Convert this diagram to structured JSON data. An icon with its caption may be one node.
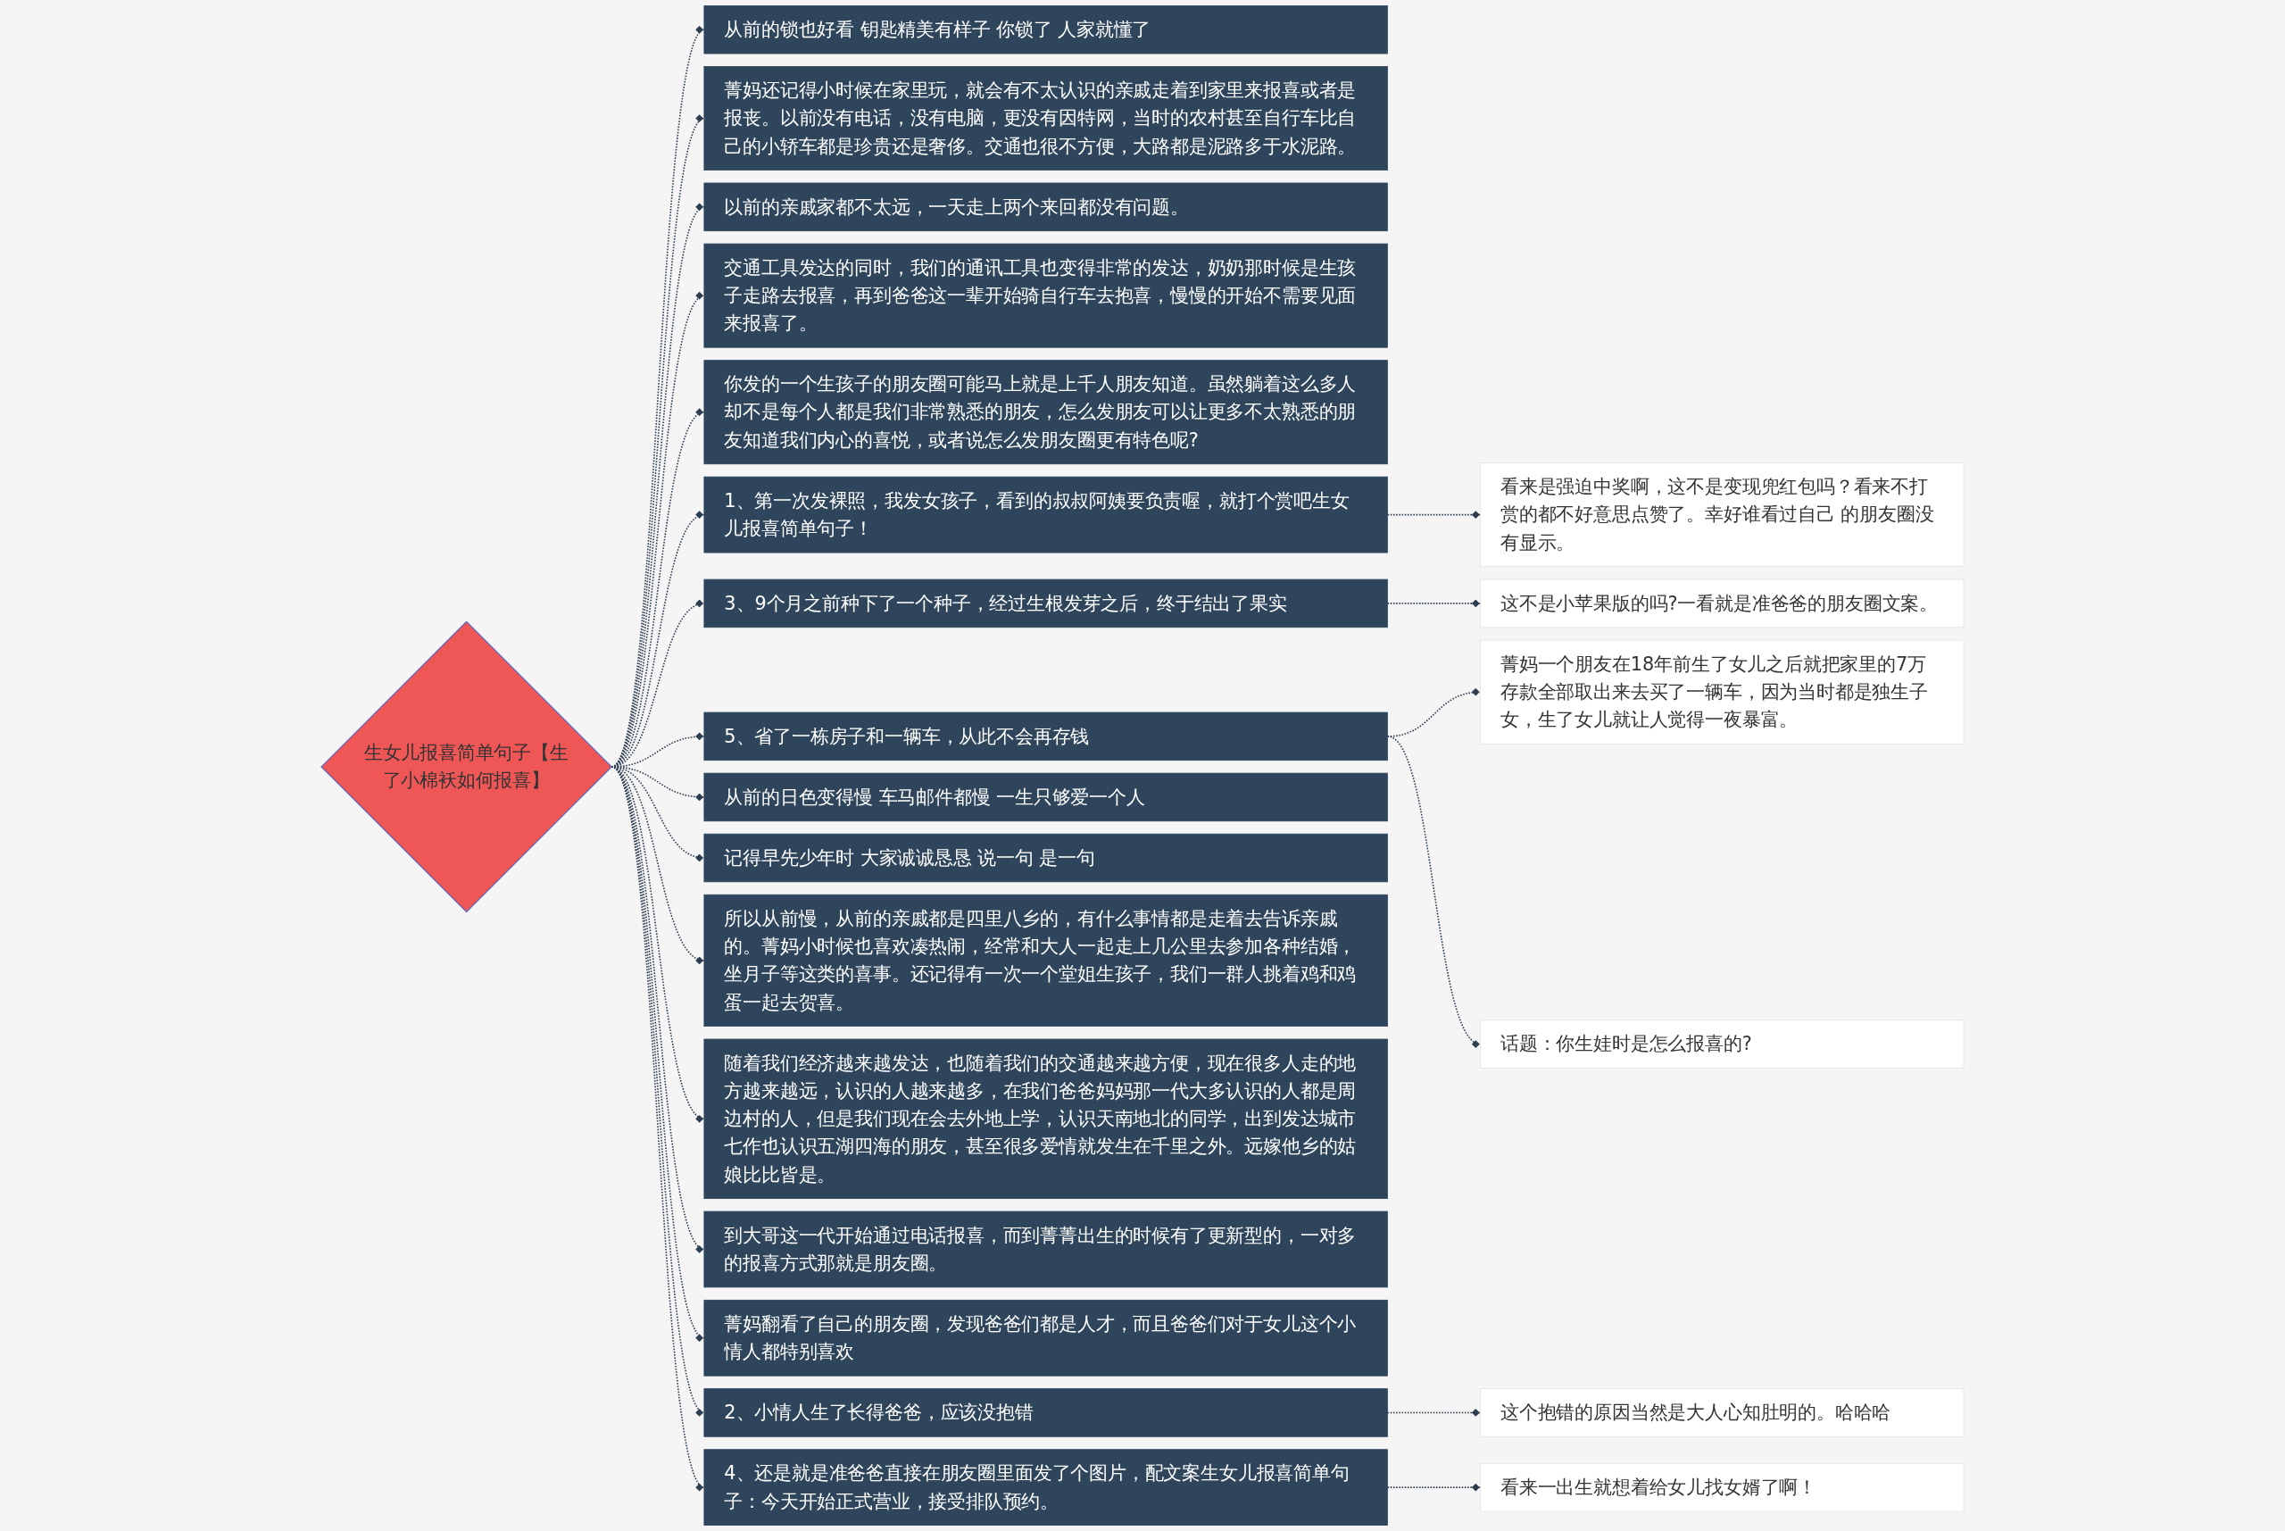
{
  "diagram": {
    "nodes": [
      {
        "text": [
          "生女儿报喜简单句子【生了小棉袄如何报喜】"
        ]
      },
      {
        "text": [
          "从前的锁也好看 钥匙精美有样子 你锁了 人家就懂了"
        ]
      },
      {
        "text": [
          "菁妈还记得小时候在家里玩，就会有不太认识的亲戚走着到家里来报喜或者是报丧。以前没有电话，没有电脑，更没有因特网，当时的农村甚至自行车比自己的小轿车都是珍贵还是奢侈。交通也很不方便，大路都是泥路多于水泥路。"
        ]
      },
      {
        "text": [
          "以前的亲戚家都不太远，一天走上两个来回都没有问题。"
        ]
      },
      {
        "text": [
          "交通工具发达的同时，我们的通讯工具也变得非常的发达，奶奶那时候是生孩子走路去报喜，再到爸爸这一辈开始骑自行车去抱喜，慢慢的开始不需要见面来报喜了。"
        ]
      },
      {
        "text": [
          "你发的一个生孩子的朋友圈可能马上就是上千人朋友知道。虽然躺着这么多人却不是每个人都是我们非常熟悉的朋友，怎么发朋友可以让更多不太熟悉的朋友知道我们内心的喜悦，或者说怎么发朋友圈更有特色呢?"
        ]
      },
      {
        "text": [
          "1、第一次发裸照，我发女孩子，看到的叔叔阿姨要负责喔，就打个赏吧生女儿报喜简单句子！"
        ]
      },
      {
        "text": [
          "看来是强迫中奖啊，这不是变现兜红包吗？看来不打赏的都不好意思点赞了。幸好谁看过自己 的朋友圈没有显示。"
        ]
      },
      {
        "text": [
          "3、9个月之前种下了一个种子，经过生根发芽之后，终于结出了果实"
        ]
      },
      {
        "text": [
          "这不是小苹果版的吗?一看就是准爸爸的朋友圈文案。"
        ]
      },
      {
        "text": [
          "5、省了一栋房子和一辆车，从此不会再存钱"
        ]
      },
      {
        "text": [
          "菁妈一个朋友在18年前生了女儿之后就把家里的7万存款全部取出来去买了一辆车，因为当时都是独生子女，生了女儿就让人觉得一夜暴富。"
        ]
      },
      {
        "text": [
          "话题：你生娃时是怎么报喜的?"
        ]
      },
      {
        "text": [
          "从前的日色变得慢 车马邮件都慢 一生只够爱一个人"
        ]
      },
      {
        "text": [
          "记得早先少年时 大家诚诚恳恳 说一句 是一句"
        ]
      },
      {
        "text": [
          "所以从前慢，从前的亲戚都是四里八乡的，有什么事情都是走着去告诉亲戚的。菁妈小时候也喜欢凑热闹，经常和大人一起走上几公里去参加各种结婚，坐月子等这类的喜事。还记得有一次一个堂姐生孩子，我们一群人挑着鸡和鸡蛋一起去贺喜。"
        ]
      },
      {
        "text": [
          "随着我们经济越来越发达，也随着我们的交通越来越方便，现在很多人走的地方越来越远，认识的人越来越多，在我们爸爸妈妈那一代大多认识的人都是周边村的人，但是我们现在会去外地上学，认识天南地北的同学，出到发达城市七作也认识五湖四海的朋友，甚至很多爱情就发生在千里之外。远嫁他乡的姑娘比比皆是。"
        ]
      },
      {
        "text": [
          "到大哥这一代开始通过电话报喜，而到菁菁出生的时候有了更新型的，一对多的报喜方式那就是朋友圈。"
        ]
      },
      {
        "text": [
          "菁妈翻看了自己的朋友圈，发现爸爸们都是人才，而且爸爸们对于女儿这个小情人都特别喜欢"
        ]
      },
      {
        "text": [
          "2、小情人生了长得爸爸，应该没抱错"
        ]
      },
      {
        "text": [
          "这个抱错的原因当然是大人心知肚明的。哈哈哈"
        ]
      },
      {
        "text": [
          "4、还是就是准爸爸直接在朋友圈里面发了个图片，配文案生女儿报喜简单句子：今天开始正式营业，接受排队预约。"
        ]
      },
      {
        "text": [
          "看来一出生就想着给女儿找女婿了啊！"
        ]
      }
    ],
    "edges": [
      {
        "from": 0,
        "to": 1,
        "arrow": "other",
        "style": "dashed"
      },
      {
        "from": 0,
        "to": 2,
        "arrow": "other",
        "style": "dashed"
      },
      {
        "from": 0,
        "to": 3,
        "arrow": "other",
        "style": "dashed"
      },
      {
        "from": 0,
        "to": 4,
        "arrow": "other",
        "style": "dashed"
      },
      {
        "from": 0,
        "to": 5,
        "arrow": "other",
        "style": "dashed"
      },
      {
        "from": 0,
        "to": 6,
        "arrow": "other",
        "style": "dashed"
      },
      {
        "from": 0,
        "to": 8,
        "arrow": "other",
        "style": "dashed"
      },
      {
        "from": 0,
        "to": 10,
        "arrow": "other",
        "style": "dashed"
      },
      {
        "from": 0,
        "to": 13,
        "arrow": "other",
        "style": "dashed"
      },
      {
        "from": 0,
        "to": 14,
        "arrow": "other",
        "style": "dashed"
      },
      {
        "from": 0,
        "to": 15,
        "arrow": "other",
        "style": "dashed"
      },
      {
        "from": 0,
        "to": 16,
        "arrow": "other",
        "style": "dashed"
      },
      {
        "from": 0,
        "to": 17,
        "arrow": "other",
        "style": "dashed"
      },
      {
        "from": 0,
        "to": 18,
        "arrow": "other",
        "style": "dashed"
      },
      {
        "from": 0,
        "to": 19,
        "arrow": "other",
        "style": "dashed"
      },
      {
        "from": 0,
        "to": 21,
        "arrow": "other",
        "style": "dashed"
      },
      {
        "from": 6,
        "to": 7,
        "arrow": "other",
        "style": "dashed"
      },
      {
        "from": 8,
        "to": 9,
        "arrow": "other",
        "style": "dashed"
      },
      {
        "from": 10,
        "to": 11,
        "arrow": "other",
        "style": "dashed"
      },
      {
        "from": 10,
        "to": 12,
        "arrow": "other",
        "style": "dashed"
      },
      {
        "from": 19,
        "to": 20,
        "arrow": "other",
        "style": "dashed"
      },
      {
        "from": 21,
        "to": 22,
        "arrow": "other",
        "style": "dashed"
      }
    ]
  }
}
